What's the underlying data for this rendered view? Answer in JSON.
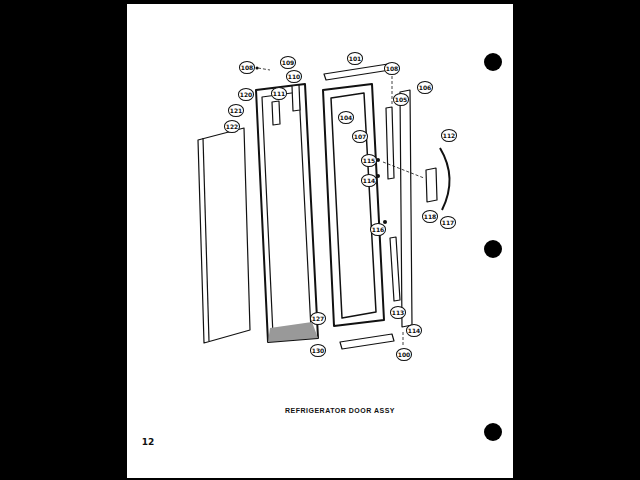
{
  "diagram": {
    "title": "REFRIGERATOR DOOR ASSY",
    "labels": [
      "108",
      "109",
      "111",
      "110",
      "101",
      "108",
      "105",
      "106",
      "120",
      "121",
      "122",
      "104",
      "107",
      "115",
      "114",
      "112",
      "117",
      "118",
      "116",
      "113",
      "114",
      "100",
      "127",
      "130",
      "12"
    ]
  }
}
